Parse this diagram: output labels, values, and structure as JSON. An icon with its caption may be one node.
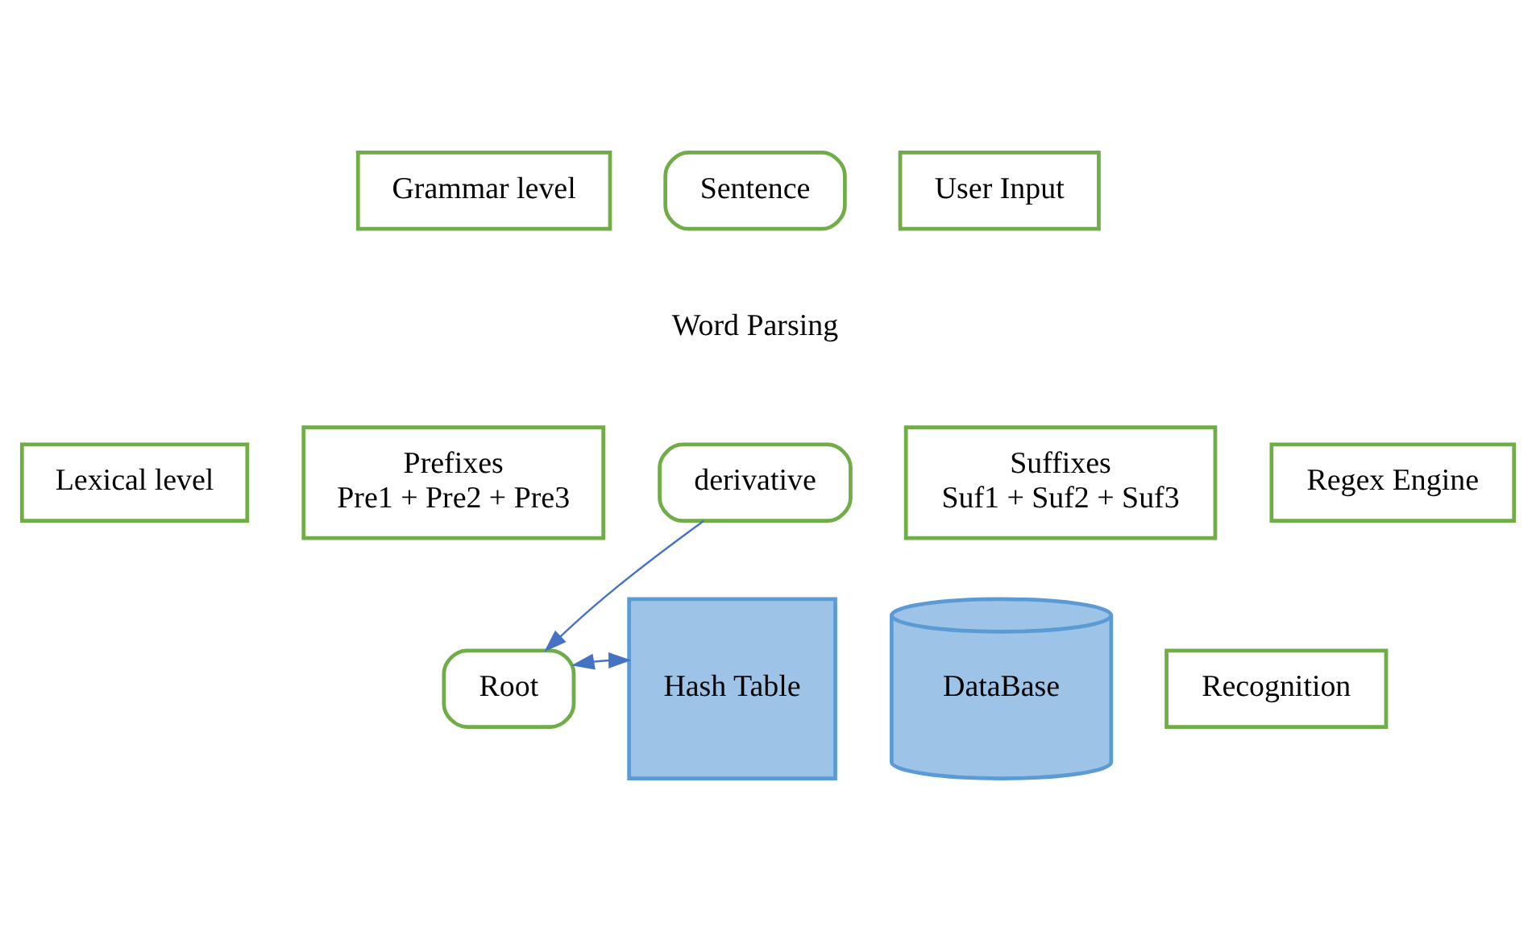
{
  "diagram": {
    "nodes": [
      {
        "text": [
          "Grammar level"
        ]
      },
      {
        "text": [
          "Sentence"
        ]
      },
      {
        "text": [
          "User Input"
        ]
      },
      {
        "text": [
          "Lexical level"
        ]
      },
      {
        "text": [
          "Prefixes",
          "Pre1 + Pre2 + Pre3"
        ]
      },
      {
        "text": [
          "derivative"
        ]
      },
      {
        "text": [
          "Suffixes",
          "Suf1 + Suf2 + Suf3"
        ]
      },
      {
        "text": [
          "Regex Engine"
        ]
      },
      {
        "text": [
          "Root"
        ]
      },
      {
        "text": [
          "Hash Table"
        ]
      },
      {
        "text": [
          "DataBase"
        ]
      },
      {
        "text": [
          "Recognition"
        ]
      }
    ],
    "edges": [
      {
        "from": 5,
        "to": 8,
        "arrow": "to"
      },
      {
        "from": 9,
        "to": 8,
        "arrow": "both"
      }
    ],
    "labels": [
      "Word Parsing"
    ]
  }
}
